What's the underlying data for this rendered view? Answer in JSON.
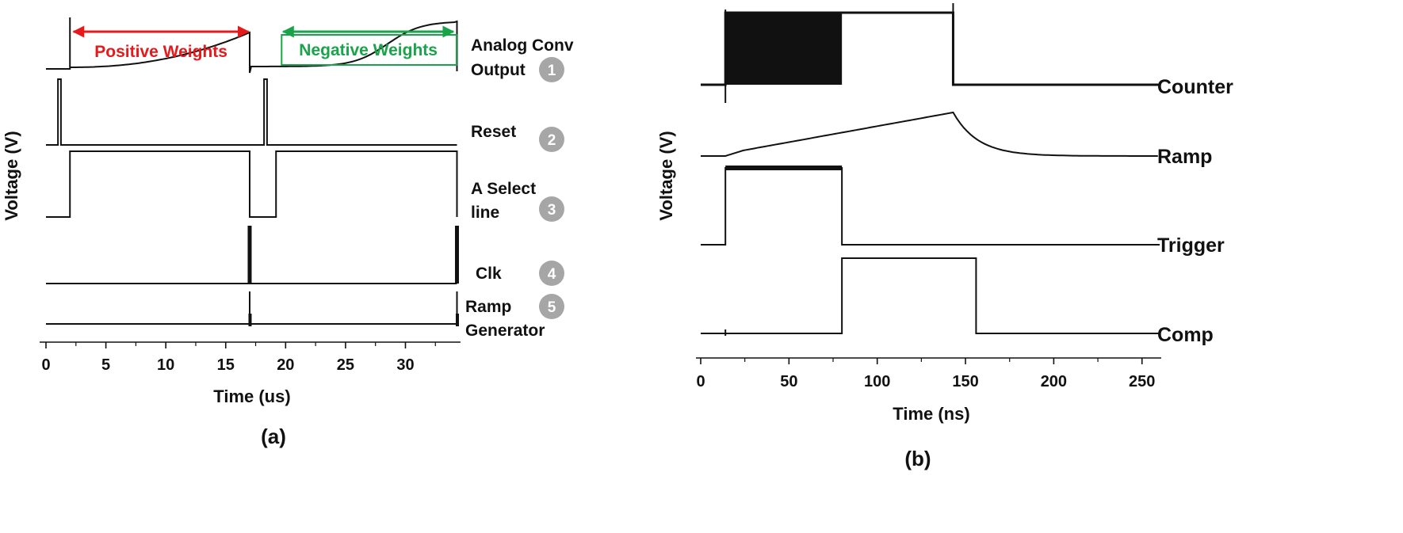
{
  "figure": {
    "panel_a_caption": "(a)",
    "panel_b_caption": "(b)"
  },
  "chart_data": [
    {
      "type": "line",
      "panel": "(a)",
      "xlabel": "Time (us)",
      "ylabel": "Voltage (V)",
      "xlim": [
        0,
        34.4
      ],
      "xticks": [
        0,
        5,
        10,
        15,
        20,
        25,
        30
      ],
      "grid": false,
      "signals": [
        {
          "name": "Analog Conv Output",
          "label_lines": [
            "Analog Conv",
            "Output"
          ],
          "badge": "1"
        },
        {
          "name": "Reset",
          "label_lines": [
            "Reset"
          ],
          "badge": "2"
        },
        {
          "name": "A Select line",
          "label_lines": [
            "A Select",
            " line"
          ],
          "badge": "3"
        },
        {
          "name": "Clk",
          "label_lines": [
            "Clk"
          ],
          "badge": "4"
        },
        {
          "name": "Ramp Generator",
          "label_lines": [
            "Ramp",
            "Generator"
          ],
          "badge": "5"
        }
      ],
      "annotations": [
        {
          "text": "Positive Weights",
          "from": 2.3,
          "to": 16.9,
          "color": "#e41a1c"
        },
        {
          "text": "Negative Weights",
          "from": 19.8,
          "to": 34.0,
          "color": "#1aa34a"
        }
      ],
      "events": {
        "reset_pulses": [
          1.0,
          18.2
        ],
        "select_high": [
          [
            2.0,
            17.0
          ],
          [
            19.2,
            34.3
          ]
        ],
        "clk_pulses": [
          17.0,
          34.3
        ],
        "ramp_pulses": [
          17.0,
          34.3
        ]
      }
    },
    {
      "type": "line",
      "panel": "(b)",
      "xlabel": "Time (ns)",
      "ylabel": "Voltage (V)",
      "xlim": [
        0,
        260
      ],
      "xticks": [
        0,
        50,
        100,
        150,
        200,
        250
      ],
      "grid": false,
      "signals": [
        {
          "name": "Counter",
          "label_lines": [
            "Counter"
          ]
        },
        {
          "name": "Ramp",
          "label_lines": [
            "Ramp"
          ]
        },
        {
          "name": "Trigger",
          "label_lines": [
            "Trigger"
          ]
        },
        {
          "name": "Comp",
          "label_lines": [
            "Comp"
          ]
        }
      ],
      "events": {
        "counter_high": [
          14,
          143
        ],
        "counter_dense_until": 80,
        "ramp_start": 14,
        "ramp_peak": 143,
        "trigger_high": [
          14,
          80
        ],
        "comp_high": [
          80,
          156
        ]
      }
    }
  ]
}
